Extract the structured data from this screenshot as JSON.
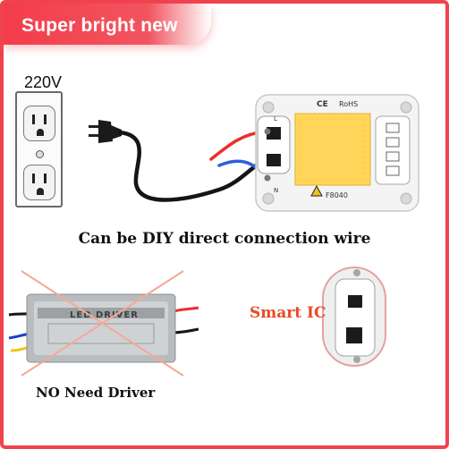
{
  "banner": {
    "title": "Super bright new"
  },
  "outlet": {
    "voltage": "220V"
  },
  "chip": {
    "ce_mark": "CE",
    "rohs": "RoHS",
    "model": "F8040",
    "l_label": "L",
    "n_label": "N"
  },
  "captions": {
    "main": "Can be DIY direct connection wire",
    "no_driver": "NO Need Driver",
    "smart_ic": "Smart IC"
  },
  "driver": {
    "label": "LED DRIVER"
  },
  "colors": {
    "accent": "#f0434f",
    "smart_ic": "#ea4a26",
    "led_face": "#ffd659",
    "wire_red": "#e8302a",
    "wire_blue": "#2f5fd8"
  }
}
